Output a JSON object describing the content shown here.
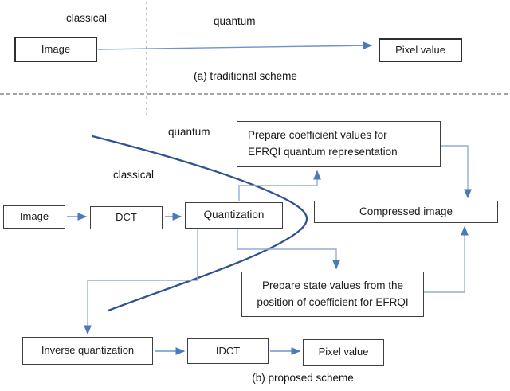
{
  "colors": {
    "arrow": "#6b95cc",
    "elbow": "#93aed6",
    "head": "#4a7ab8",
    "curve": "#2e5292",
    "border": "#3f3f3f",
    "ink": "#1c1c1c"
  },
  "section_a": {
    "label_classical": "classical",
    "label_quantum": "quantum",
    "boxes": {
      "image": "Image",
      "pixel_value": "Pixel value"
    },
    "caption": "(a)  traditional scheme"
  },
  "section_b": {
    "label_quantum": "quantum",
    "label_classical": "classical",
    "boxes": {
      "image": "Image",
      "dct": "DCT",
      "quantization": "Quantization",
      "prepare_coefficient_line1": "Prepare coefficient values for",
      "prepare_coefficient_line2": "EFRQI quantum representation",
      "compressed_image": "Compressed image",
      "prepare_state_line1": "Prepare state values from the",
      "prepare_state_line2": "position of coefficient for EFRQI",
      "inverse_quantization": "Inverse quantization",
      "idct": "IDCT",
      "pixel_value": "Pixel value"
    },
    "caption": "(b)  proposed scheme"
  }
}
